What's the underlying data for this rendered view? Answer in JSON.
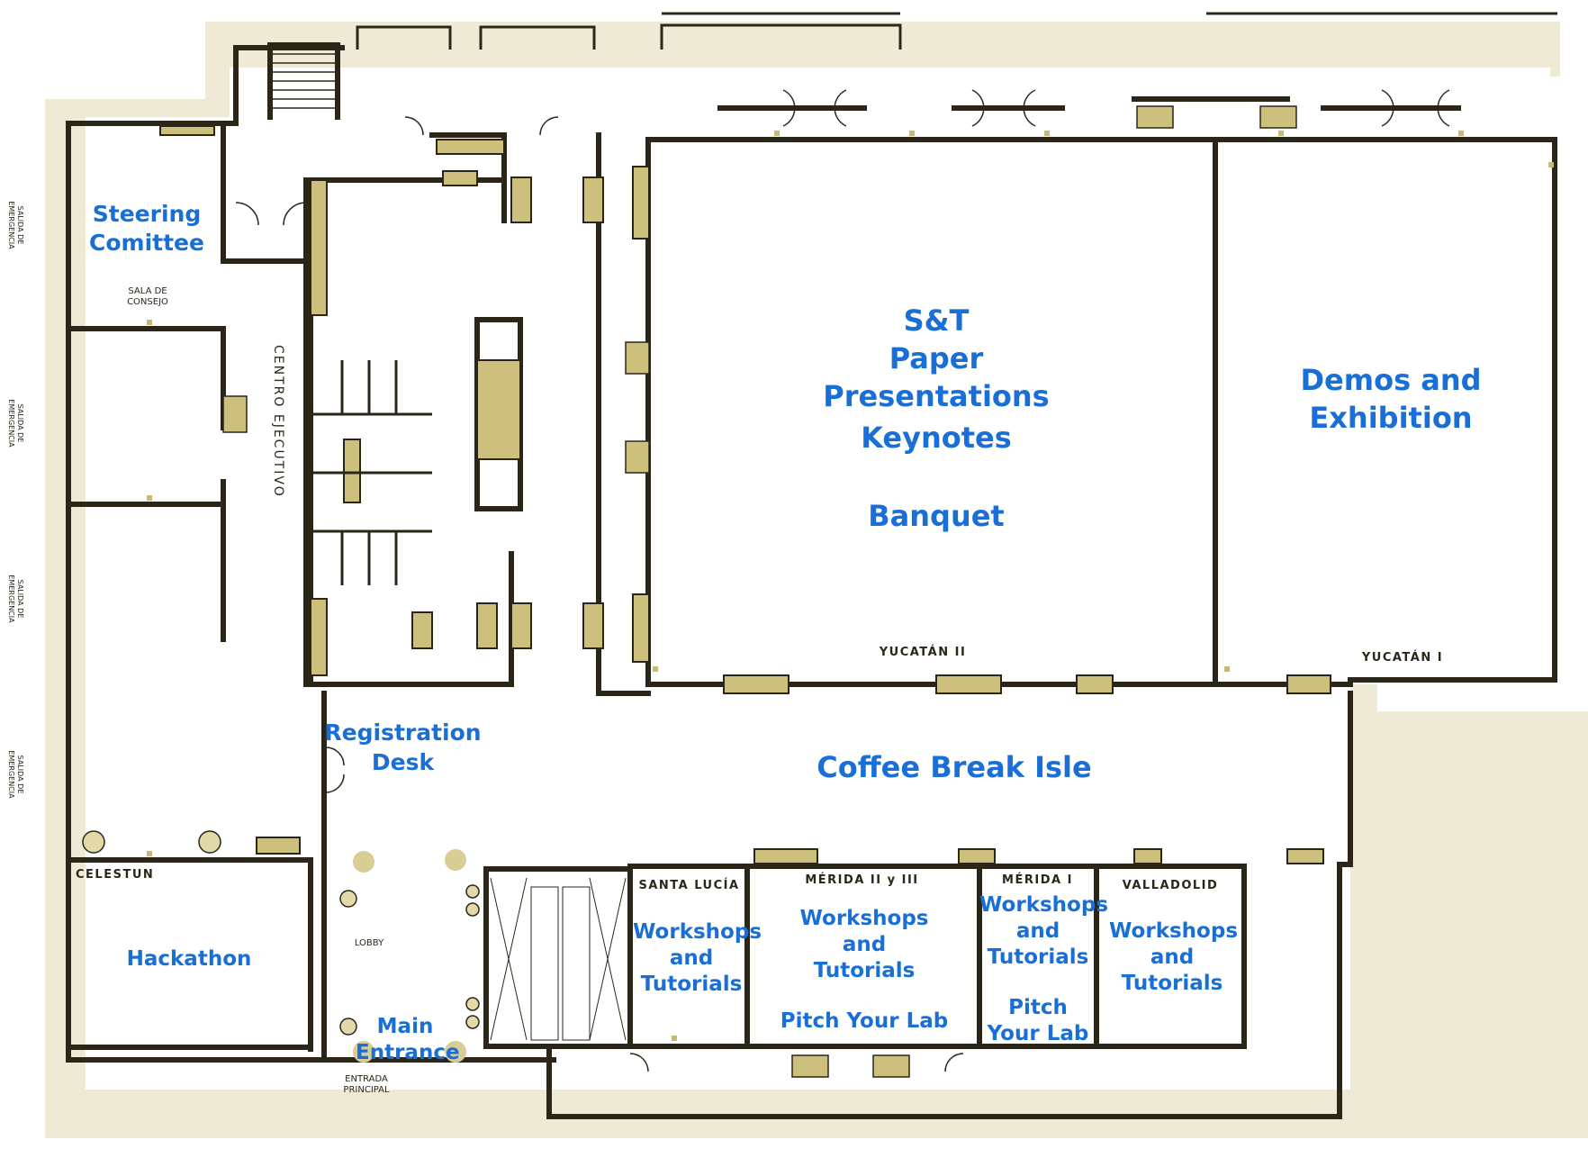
{
  "labels": {
    "steering": "Steering\nComittee",
    "sala_consejo": "SALA DE\nCONSEJO",
    "centro_ejecutivo": "CENTRO EJECUTIVO",
    "st_papers": "S&T\nPaper Presentations",
    "keynotes": "Keynotes",
    "banquet": "Banquet",
    "demos": "Demos and\nExhibition",
    "yucatan_ii": "YUCATÁN II",
    "yucatan_i": "YUCATÁN I",
    "registration": "Registration\nDesk",
    "coffee": "Coffee Break Isle",
    "celestun": "CELESTUN",
    "hackathon": "Hackathon",
    "lobby": "LOBBY",
    "main_entrance": "Main\nEntrance",
    "entrada": "ENTRADA\nPRINCIPAL",
    "santa_lucia": "SANTA LUCÍA",
    "santa_lucia_use": "Workshops\nand\nTutorials",
    "merida_23": "MÉRIDA II y III",
    "merida_23_use": "Workshops\nand\nTutorials",
    "merida_23_pitch": "Pitch Your Lab",
    "merida_1": "MÉRIDA I",
    "merida_1_use": "Workshops\nand\nTutorials",
    "merida_1_pitch": "Pitch\nYour Lab",
    "valladolid": "VALLADOLID",
    "valladolid_use": "Workshops\nand\nTutorials",
    "salida_1": "SALIDA DE\nEMERGENCIA",
    "salida_2": "SALIDA DE\nEMERGENCIA",
    "salida_3": "SALIDA DE\nEMERGENCIA",
    "salida_4": "SALIDA DE\nEMERGENCIA"
  },
  "colors": {
    "wall": "#2c2618",
    "outer_fill": "#efead6",
    "fixture_fill": "#cdbf7c",
    "label_blue": "#1a6fd6"
  }
}
